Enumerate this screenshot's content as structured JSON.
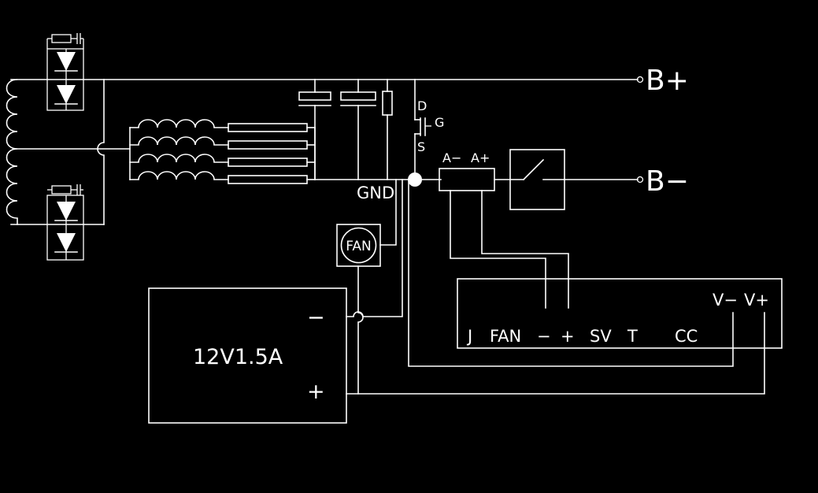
{
  "terminals": {
    "b_plus": "B+",
    "b_minus": "B−"
  },
  "mosfet": {
    "drain": "D",
    "gate": "G",
    "source": "S"
  },
  "shunt": {
    "a_minus": "A−",
    "a_plus": "A+"
  },
  "ground_label": "GND",
  "fan_label": "FAN",
  "power_supply": {
    "rating": "12V1.5A",
    "minus": "−",
    "plus": "+"
  },
  "controller": {
    "j": "J",
    "fan": "FAN",
    "fan_minus": "−",
    "fan_plus": "+",
    "sv": "SV",
    "t": "T",
    "cc": "CC",
    "v_minus": "V−",
    "v_plus": "V+"
  }
}
